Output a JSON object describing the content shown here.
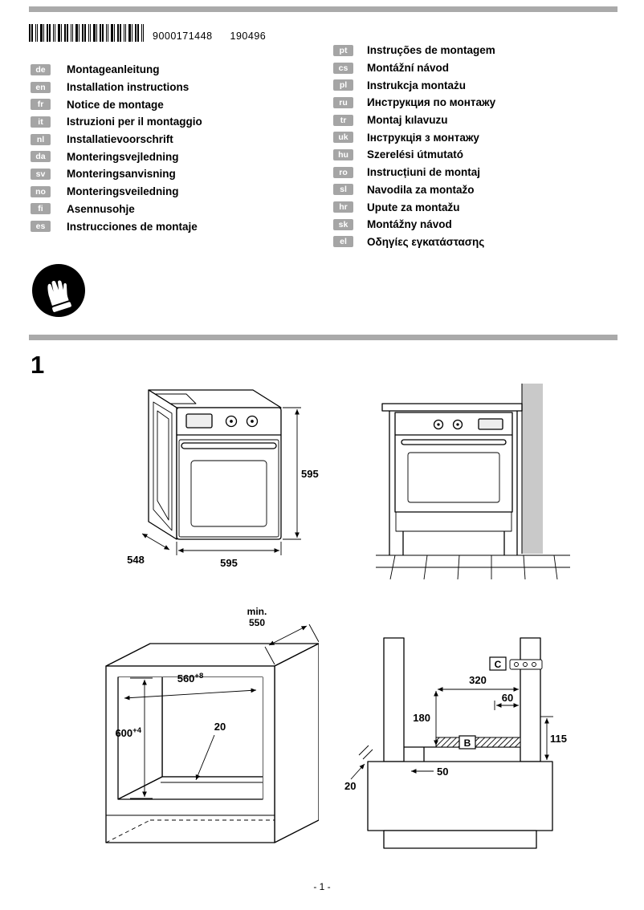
{
  "header": {
    "barcode_number": "9000171448",
    "barcode_suffix": "190496"
  },
  "languages_left": [
    {
      "code": "de",
      "title": "Montageanleitung"
    },
    {
      "code": "en",
      "title": "Installation instructions"
    },
    {
      "code": "fr",
      "title": "Notice de montage"
    },
    {
      "code": "it",
      "title": "Istruzioni per il montaggio"
    },
    {
      "code": "nl",
      "title": "Installatievoorschrift"
    },
    {
      "code": "da",
      "title": "Monteringsvejledning"
    },
    {
      "code": "sv",
      "title": "Monteringsanvisning"
    },
    {
      "code": "no",
      "title": "Monteringsveiledning"
    },
    {
      "code": "fi",
      "title": "Asennusohje"
    },
    {
      "code": "es",
      "title": "Instrucciones de montaje"
    }
  ],
  "languages_right": [
    {
      "code": "pt",
      "title": "Instruções de montagem"
    },
    {
      "code": "cs",
      "title": "Montážní návod"
    },
    {
      "code": "pl",
      "title": "Instrukcja montażu"
    },
    {
      "code": "ru",
      "title": "Инструкция по монтажу"
    },
    {
      "code": "tr",
      "title": "Montaj kılavuzu"
    },
    {
      "code": "uk",
      "title": "Інструкція з монтажу"
    },
    {
      "code": "hu",
      "title": "Szerelési útmutató"
    },
    {
      "code": "ro",
      "title": "Instrucțiuni de montaj"
    },
    {
      "code": "sl",
      "title": "Navodila za montažo"
    },
    {
      "code": "hr",
      "title": "Upute za montažu"
    },
    {
      "code": "sk",
      "title": "Montážny návod"
    },
    {
      "code": "el",
      "title": "Οδηγίες εγκατάστασης"
    }
  ],
  "icons": {
    "gloves": "protective-gloves-icon"
  },
  "figure": {
    "number": "1"
  },
  "diagram_oven": {
    "height": "595",
    "depth": "548",
    "width": "595"
  },
  "diagram_cabinet": {
    "min_label": "min.",
    "min_depth": "550",
    "width_value": "560",
    "width_tolerance": "+8",
    "height_value": "600",
    "height_tolerance": "+4",
    "rear_gap": "20"
  },
  "diagram_section": {
    "label_c": "C",
    "label_b": "B",
    "vent_width": "320",
    "vent_offset": "60",
    "side_height": "180",
    "right_height": "115",
    "front_gap": "20",
    "ledge_depth": "50"
  },
  "footer": {
    "page_number": "- 1 -"
  }
}
